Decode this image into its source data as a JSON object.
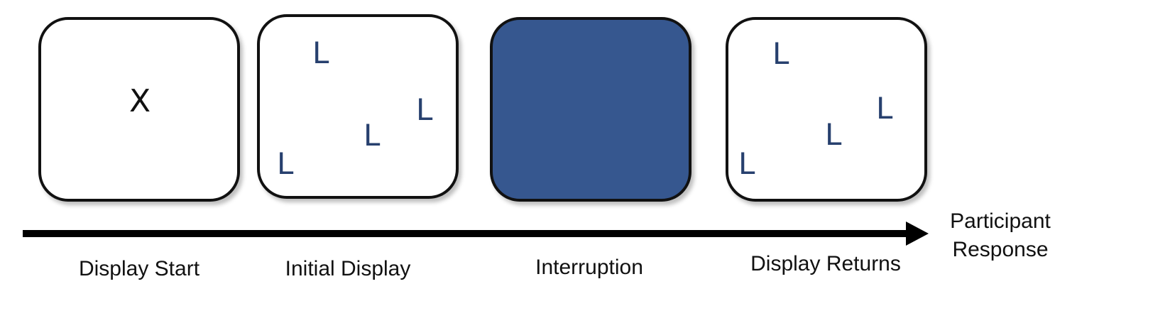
{
  "colors": {
    "panel_border": "#111111",
    "panel_fill": "#ffffff",
    "interruption_fill": "#36578f",
    "letter": "#27406e",
    "timeline": "#000000"
  },
  "panels": {
    "start": {
      "symbol": "X"
    },
    "initial": {
      "letters": [
        "L",
        "L",
        "L",
        "L"
      ]
    },
    "returns": {
      "letters": [
        "L",
        "L",
        "L",
        "L"
      ]
    }
  },
  "captions": {
    "display_start": "Display Start",
    "initial_display": "Initial Display",
    "interruption": "Interruption",
    "display_returns": "Display Returns",
    "participant_response_line1": "Participant",
    "participant_response_line2": "Response"
  },
  "timeline": {
    "arrow_icon": "arrow-right-icon"
  }
}
